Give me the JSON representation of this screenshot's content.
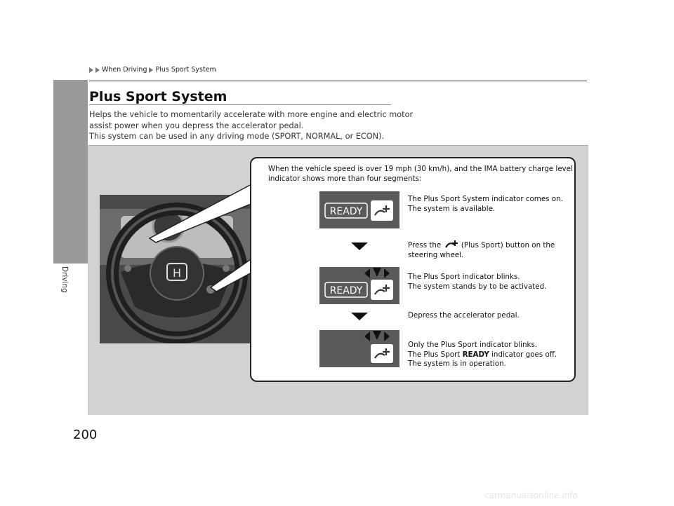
{
  "breadcrumb": {
    "level1": "When Driving",
    "level2": "Plus Sport System"
  },
  "sidebar": {
    "label": "Driving"
  },
  "page": {
    "title": "Plus Sport System",
    "intro_lines": [
      "Helps the vehicle to momentarily accelerate with more engine and electric motor",
      "assist power when you depress the accelerator pedal.",
      "This system can be used in any driving mode (SPORT, NORMAL, or ECON)."
    ],
    "page_number": "200"
  },
  "diagram": {
    "condition_line1": "When the vehicle speed is over 19 mph (30 km/h), and the IMA battery charge level",
    "condition_line2": "indicator shows more than four segments:",
    "step1_line1": "The Plus Sport System indicator comes on.",
    "step1_line2": "The system is available.",
    "action1_pre": "Press the",
    "action1_post": "(Plus Sport) button on the",
    "action1_line2": "steering wheel.",
    "step2_line1": "The Plus Sport indicator blinks.",
    "step2_line2": "The system stands by to be activated.",
    "action2": "Depress the accelerator pedal.",
    "step3_line1": "Only the Plus Sport indicator blinks.",
    "step3_line2_pre": "The Plus Sport",
    "step3_line2_bold": "READY",
    "step3_line2_post": "indicator goes off.",
    "step3_line3": "The system is in operation.",
    "ready_label": "READY"
  },
  "watermark": "carmanualsonline.info",
  "colors": {
    "panel": "#d2d2d2",
    "display": "#5a5a5a",
    "sidetab": "#999999"
  }
}
